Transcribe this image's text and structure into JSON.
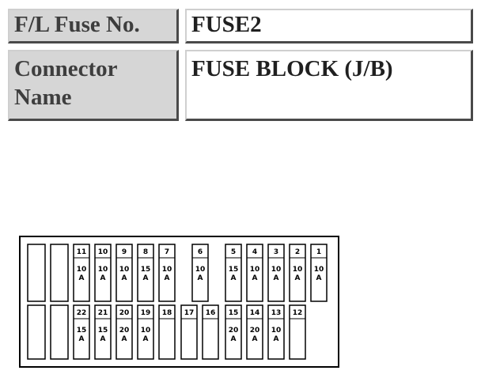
{
  "header": {
    "fuse_no_label": "F/L Fuse No.",
    "fuse_no_value": "FUSE2",
    "connector_name_label": "Connector Name",
    "connector_name_value": "FUSE BLOCK (J/B)"
  },
  "fuse_block": {
    "top_row": [
      {
        "no": "11",
        "amp": "10 A"
      },
      {
        "no": "10",
        "amp": "10 A"
      },
      {
        "no": "9",
        "amp": "10 A"
      },
      {
        "no": "8",
        "amp": "15 A"
      },
      {
        "no": "7",
        "amp": "10 A"
      },
      {
        "no": "6",
        "amp": "10 A"
      },
      {
        "no": "5",
        "amp": "15 A"
      },
      {
        "no": "4",
        "amp": "10 A"
      },
      {
        "no": "3",
        "amp": "10 A"
      },
      {
        "no": "2",
        "amp": "10 A"
      },
      {
        "no": "1",
        "amp": "10 A"
      }
    ],
    "bottom_row": [
      {
        "no": "22",
        "amp": "15 A"
      },
      {
        "no": "21",
        "amp": "15 A"
      },
      {
        "no": "20",
        "amp": "20 A"
      },
      {
        "no": "19",
        "amp": "10 A"
      },
      {
        "no": "18",
        "amp": ""
      },
      {
        "no": "17",
        "amp": ""
      },
      {
        "no": "16",
        "amp": ""
      },
      {
        "no": "15",
        "amp": "20 A"
      },
      {
        "no": "14",
        "amp": "20 A"
      },
      {
        "no": "13",
        "amp": "10 A"
      },
      {
        "no": "12",
        "amp": ""
      }
    ]
  }
}
